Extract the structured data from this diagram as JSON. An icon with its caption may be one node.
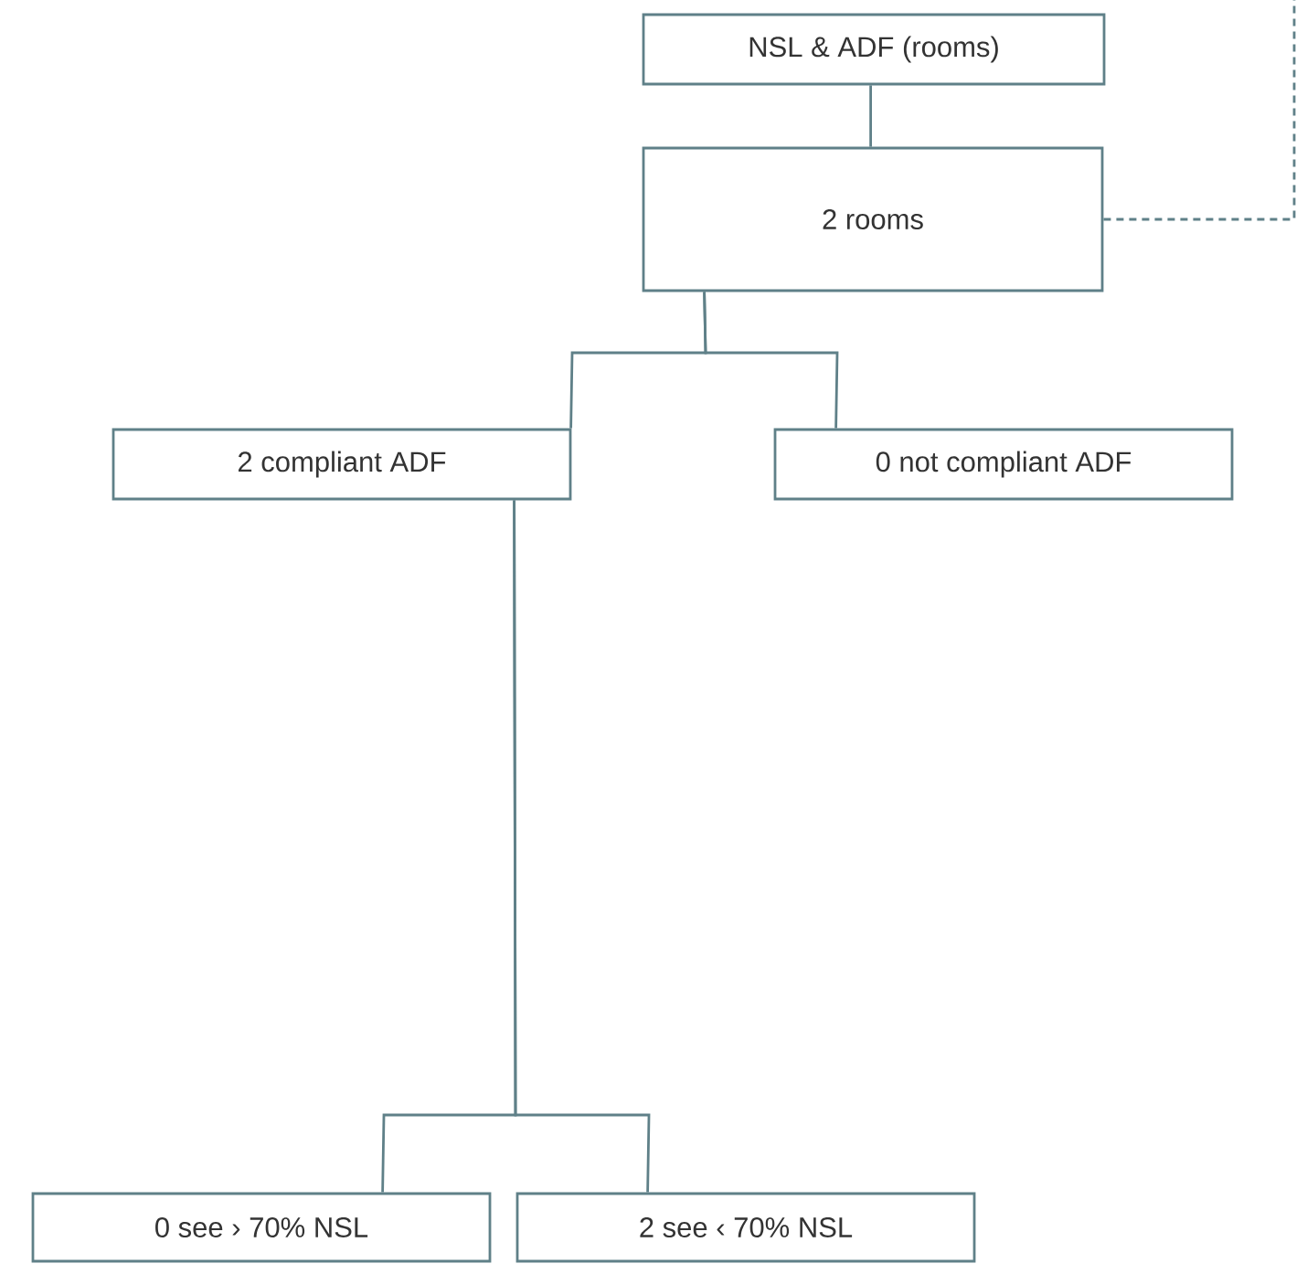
{
  "diagram": {
    "nodes": [
      {
        "text": [
          "NSL & ADF (rooms)"
        ]
      },
      {
        "text": [
          "2 rooms"
        ]
      },
      {
        "text": [
          "2 compliant ADF"
        ]
      },
      {
        "text": [
          "0 not compliant ADF"
        ]
      },
      {
        "text": [
          "0 see › 70% NSL"
        ]
      },
      {
        "text": [
          "2 see ‹ 70% NSL"
        ]
      }
    ],
    "edges": [
      {
        "from": 0,
        "to": 1,
        "arrow": "none"
      },
      {
        "from": 1,
        "to": 2,
        "arrow": "none"
      },
      {
        "from": 1,
        "to": 3,
        "arrow": "none"
      },
      {
        "from": 2,
        "to": 4,
        "arrow": "none"
      },
      {
        "from": 2,
        "to": 5,
        "arrow": "none"
      },
      {
        "from": 1,
        "to": null,
        "arrow": "none",
        "style": "dashed"
      }
    ]
  }
}
